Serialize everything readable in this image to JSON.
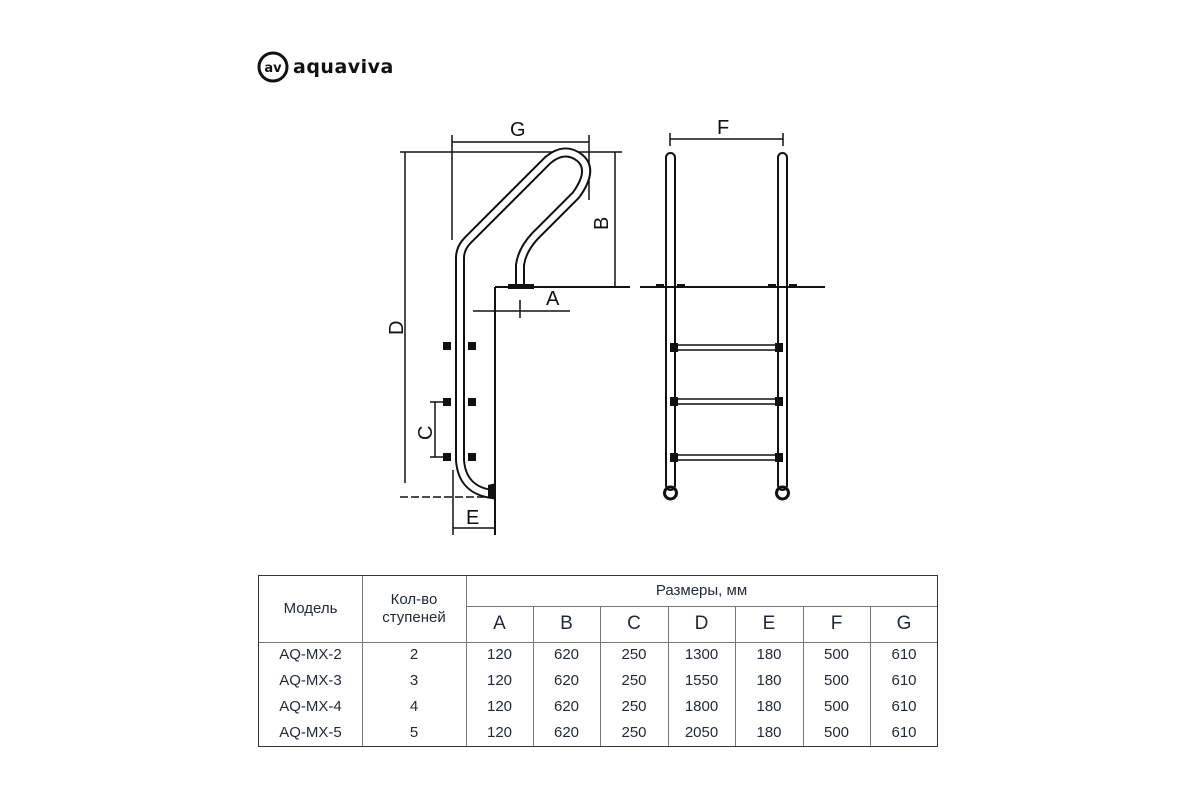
{
  "logo": {
    "brand": "aquaviva",
    "mark": "av"
  },
  "drawing": {
    "dimension_labels": [
      "A",
      "B",
      "C",
      "D",
      "E",
      "F",
      "G"
    ]
  },
  "table": {
    "header": {
      "model": "Модель",
      "steps_line1": "Кол-во",
      "steps_line2": "ступеней",
      "dimensions_group": "Размеры, мм",
      "dimension_columns": [
        "A",
        "B",
        "C",
        "D",
        "E",
        "F",
        "G"
      ]
    },
    "rows": [
      {
        "model": "AQ-MX-2",
        "steps": "2",
        "values": [
          "120",
          "620",
          "250",
          "1300",
          "180",
          "500",
          "610"
        ]
      },
      {
        "model": "AQ-MX-3",
        "steps": "3",
        "values": [
          "120",
          "620",
          "250",
          "1550",
          "180",
          "500",
          "610"
        ]
      },
      {
        "model": "AQ-MX-4",
        "steps": "4",
        "values": [
          "120",
          "620",
          "250",
          "1800",
          "180",
          "500",
          "610"
        ]
      },
      {
        "model": "AQ-MX-5",
        "steps": "5",
        "values": [
          "120",
          "620",
          "250",
          "2050",
          "180",
          "500",
          "610"
        ]
      }
    ]
  }
}
